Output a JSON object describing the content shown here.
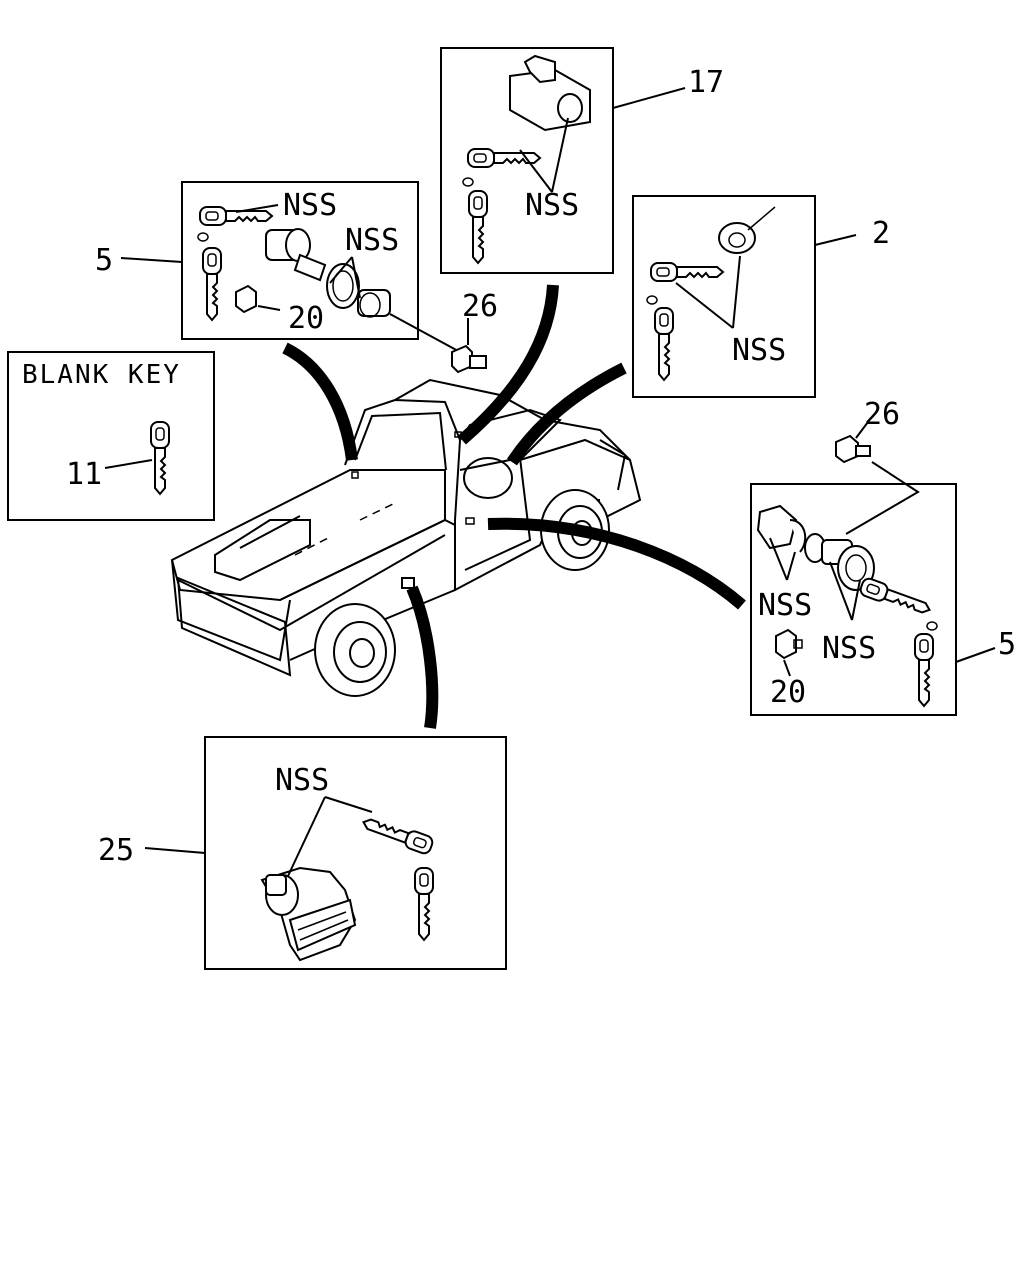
{
  "labels": {
    "blank_key_title": "BLANK KEY",
    "callout_11": "11",
    "callout_5_left": "5",
    "callout_5_right": "5",
    "callout_17": "17",
    "callout_2": "2",
    "callout_26_top": "26",
    "callout_26_right": "26",
    "callout_20_left": "20",
    "callout_20_right": "20",
    "callout_25": "25",
    "nss_a": "NSS",
    "nss_b": "NSS",
    "nss_c": "NSS",
    "nss_d": "NSS",
    "nss_e": "NSS",
    "nss_f": "NSS",
    "nss_g": "NSS"
  }
}
